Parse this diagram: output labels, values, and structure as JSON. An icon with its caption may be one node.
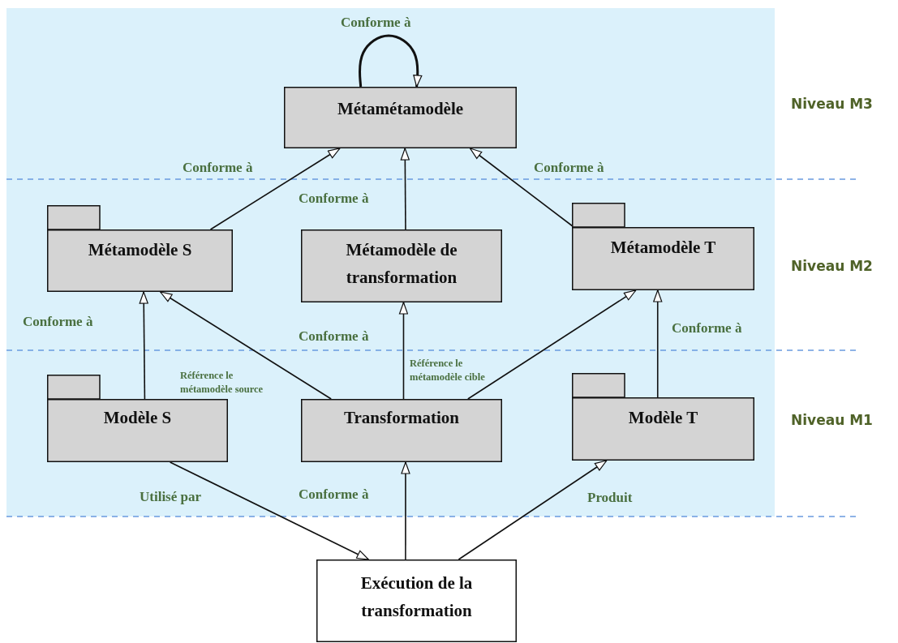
{
  "diagram": {
    "nodes": [
      {
        "text": [
          "Métamétamodèle"
        ]
      },
      {
        "text": [
          "Métamodèle S"
        ]
      },
      {
        "text": [
          "Métamodèle de transformation"
        ]
      },
      {
        "text": [
          "Métamodèle T"
        ]
      },
      {
        "text": [
          "Modèle S"
        ]
      },
      {
        "text": [
          "Transformation"
        ]
      },
      {
        "text": [
          "Modèle T"
        ]
      },
      {
        "text": [
          "Exécution de la transformation"
        ]
      }
    ],
    "edges": [
      {
        "from": 0,
        "to": 0,
        "arrow": "to",
        "label": "Conforme à"
      },
      {
        "from": 1,
        "to": 0,
        "arrow": "to",
        "label": "Conforme à"
      },
      {
        "from": 2,
        "to": 0,
        "arrow": "to",
        "label": "Conforme à"
      },
      {
        "from": 3,
        "to": 0,
        "arrow": "to",
        "label": "Conforme à"
      },
      {
        "from": 4,
        "to": 1,
        "arrow": "to",
        "label": "Conforme à"
      },
      {
        "from": 5,
        "to": 1,
        "arrow": "to",
        "label": "Référence le métamodèle source"
      },
      {
        "from": 5,
        "to": 2,
        "arrow": "to",
        "label": "Conforme à"
      },
      {
        "from": 5,
        "to": 3,
        "arrow": "to",
        "label": "Référence le métamodèle cible"
      },
      {
        "from": 6,
        "to": 3,
        "arrow": "to",
        "label": "Conforme à"
      },
      {
        "from": 4,
        "to": 7,
        "arrow": "to",
        "label": "Utilisé par"
      },
      {
        "from": 7,
        "to": 5,
        "arrow": "to",
        "label": "Conforme à"
      },
      {
        "from": 7,
        "to": 6,
        "arrow": "to",
        "label": "Produit"
      }
    ],
    "labels": [
      "Niveau M3",
      "Niveau M2",
      "Niveau M1"
    ]
  }
}
